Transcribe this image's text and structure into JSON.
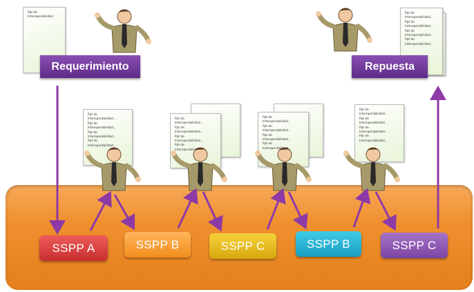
{
  "request_label": "Requerimiento",
  "response_label": "Repuesta",
  "nodes": [
    {
      "id": "a",
      "label": "SSPP A"
    },
    {
      "id": "b1",
      "label": "SSPP B"
    },
    {
      "id": "c1",
      "label": "SSPP C"
    },
    {
      "id": "b2",
      "label": "SSPP B"
    },
    {
      "id": "c2",
      "label": "SSPP C"
    }
  ],
  "doc_lines": {
    "request": "Ppt de\nInteroperabilidad",
    "stacked": "Ppt de\nInteroperabilidad...\nPpt de\nInteroperabilidad...\nPpt de\nInteroperabilidad...\nPpt de\nInteroperabilidad..."
  },
  "colors": {
    "platform": "#f0902f",
    "label_purple": "#6d3797",
    "arrow_purple": "#8e3aa6",
    "sspp_a": "#d93a3a",
    "sspp_b": "#f59a2c",
    "sspp_c_yellow": "#e6bb1f",
    "sspp_b_blue": "#25afd2",
    "sspp_c_purple": "#8f58b6"
  }
}
